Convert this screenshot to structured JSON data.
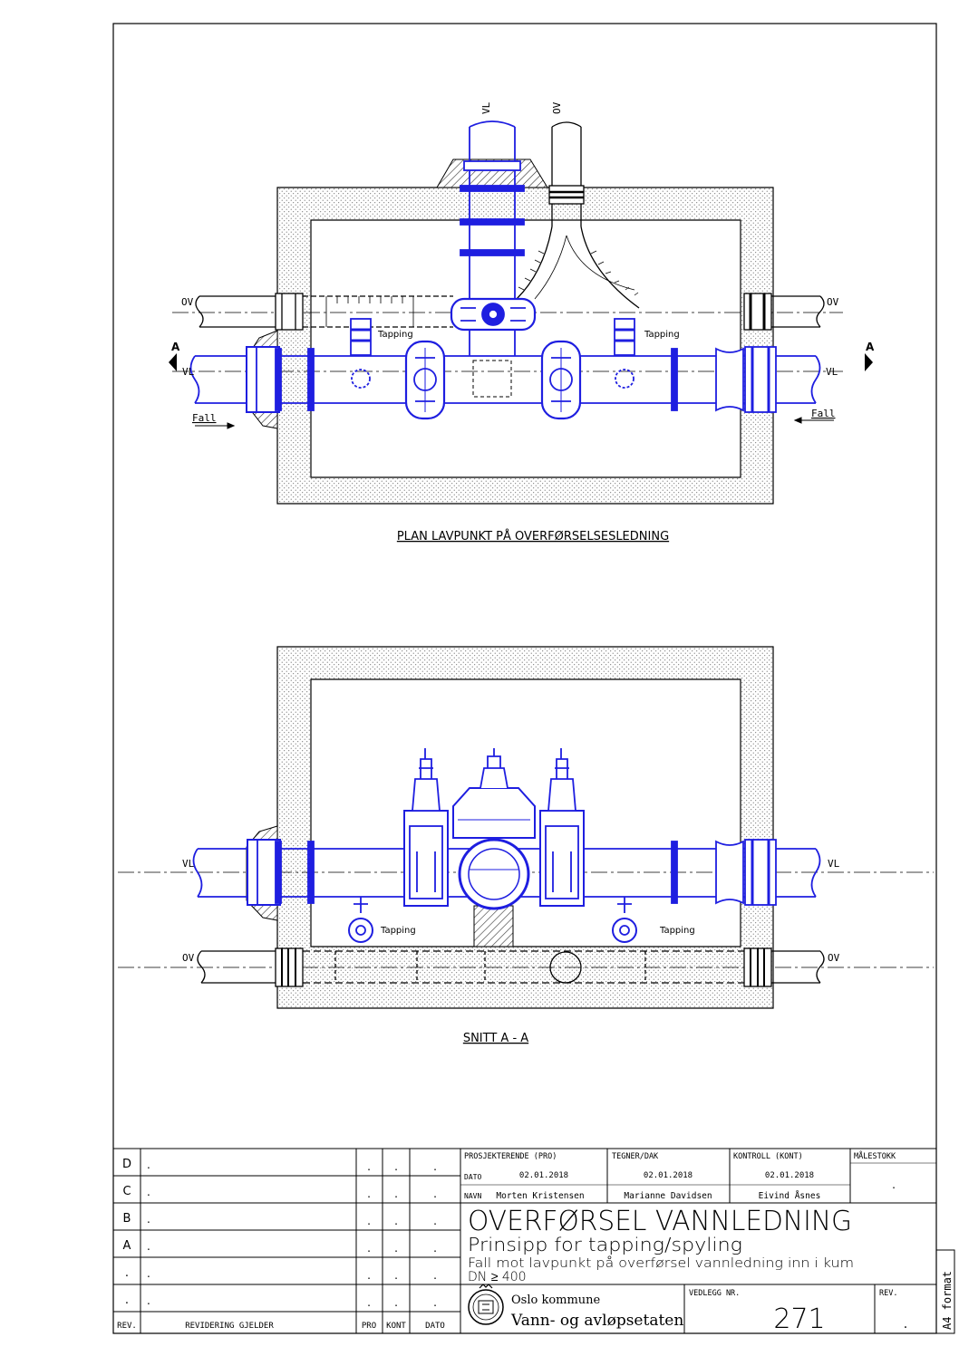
{
  "colors": {
    "pipe": "#1e1ee0",
    "line": "#000000",
    "hatch": "#333333"
  },
  "plan": {
    "title": "PLAN LAVPUNKT PÅ OVERFØRSELSESLEDNING",
    "labels": {
      "vl": "VL",
      "ov": "OV",
      "tapping": "Tapping",
      "fall": "Fall",
      "section_mark": "A"
    }
  },
  "section": {
    "title": "SNITT A - A",
    "labels": {
      "vl": "VL",
      "ov": "OV",
      "tapping": "Tapping"
    }
  },
  "titleblock": {
    "revisions": [
      {
        "rev": "D",
        "text": ".",
        "pro": ".",
        "kont": ".",
        "dato": "."
      },
      {
        "rev": "C",
        "text": ".",
        "pro": ".",
        "kont": ".",
        "dato": "."
      },
      {
        "rev": "B",
        "text": ".",
        "pro": ".",
        "kont": ".",
        "dato": "."
      },
      {
        "rev": "A",
        "text": ".",
        "pro": ".",
        "kont": ".",
        "dato": "."
      },
      {
        "rev": ".",
        "text": ".",
        "pro": ".",
        "kont": ".",
        "dato": "."
      },
      {
        "rev": ".",
        "text": ".",
        "pro": ".",
        "kont": ".",
        "dato": "."
      }
    ],
    "rev_header": {
      "rev": "REV.",
      "text": "REVIDERING GJELDER",
      "pro": "PRO",
      "kont": "KONT",
      "dato": "DATO"
    },
    "roles": {
      "pro_label": "PROSJEKTERENDE (PRO)",
      "dak_label": "TEGNER/DAK",
      "kont_label": "KONTROLL (KONT)",
      "scale_label": "MÅLESTOKK",
      "dato_label": "DATO",
      "navn_label": "NAVN",
      "pro_date": "02.01.2018",
      "dak_date": "02.01.2018",
      "kont_date": "02.01.2018",
      "pro_name": "Morten Kristensen",
      "dak_name": "Marianne Davidsen",
      "kont_name": "Eivind Åsnes",
      "scale_value": "."
    },
    "title": "OVERFØRSEL VANNLEDNING",
    "subtitle": "Prinsipp for tapping/spyling",
    "description": "Fall mot lavpunkt på overførsel vannledning inn i kum",
    "dn": "DN ≥ 400",
    "org1": "Oslo kommune",
    "org2": "Vann- og avløpsetaten",
    "vedlegg_label": "VEDLEGG NR.",
    "vedlegg": "271",
    "rev_label": "REV.",
    "rev_value": ".",
    "format": "A4 format"
  }
}
